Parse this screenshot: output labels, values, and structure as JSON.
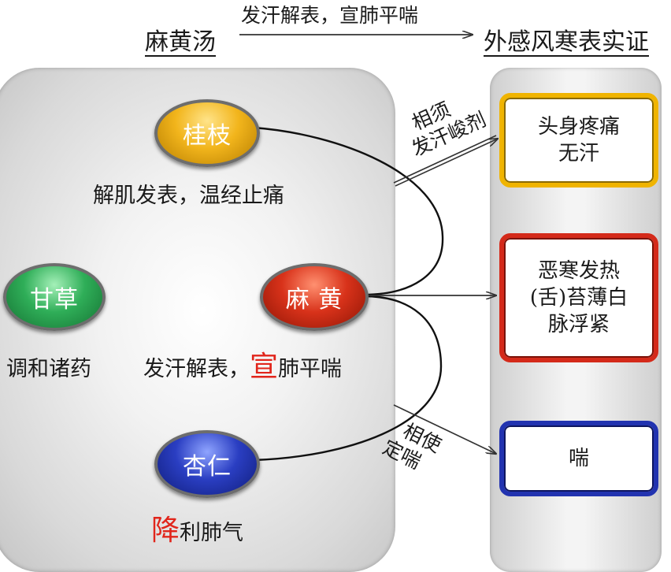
{
  "header": {
    "formula": "麻黄汤",
    "action": "发汗解表，宣肺平喘",
    "syndrome": "外感风寒表实证"
  },
  "herbs": {
    "guizhi": {
      "name": "桂枝",
      "effect": "解肌发表，温经止痛",
      "color": "#f2b51c"
    },
    "gancao": {
      "name": "甘草",
      "effect": "调和诸药",
      "color": "#2fae58"
    },
    "mahuang": {
      "name": "麻 黄",
      "effect_pre": "发汗解表，",
      "effect_highlight": "宣",
      "effect_post": "肺平喘",
      "color": "#d8321a"
    },
    "xingren": {
      "name": "杏仁",
      "effect_highlight": "降",
      "effect_post": "利肺气",
      "color": "#2a3ec2"
    }
  },
  "relations": {
    "xiangxu_line1": "相须",
    "xiangxu_line2": "发汗峻剂",
    "xiangshi_line1": "相使",
    "xiangshi_line2": "定喘"
  },
  "symptoms": [
    {
      "line1": "头身疼痛",
      "line2": "无汗",
      "border": "#f0b400"
    },
    {
      "line1": "恶寒发热",
      "line2": "(舌)苔薄白",
      "line3": "脉浮紧",
      "border": "#d42a1a"
    },
    {
      "line1": "喘",
      "border": "#2233b0"
    }
  ],
  "accent_color": "#e1251b"
}
